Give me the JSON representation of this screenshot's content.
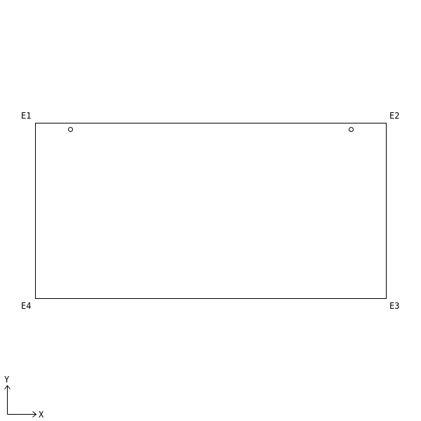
{
  "corners": {
    "top_left": "E1",
    "top_right": "E2",
    "bottom_right": "E3",
    "bottom_left": "E4"
  },
  "axes": {
    "x_label": "X",
    "y_label": "Y"
  },
  "colors": {
    "stroke": "#000000",
    "background": "#ffffff"
  }
}
